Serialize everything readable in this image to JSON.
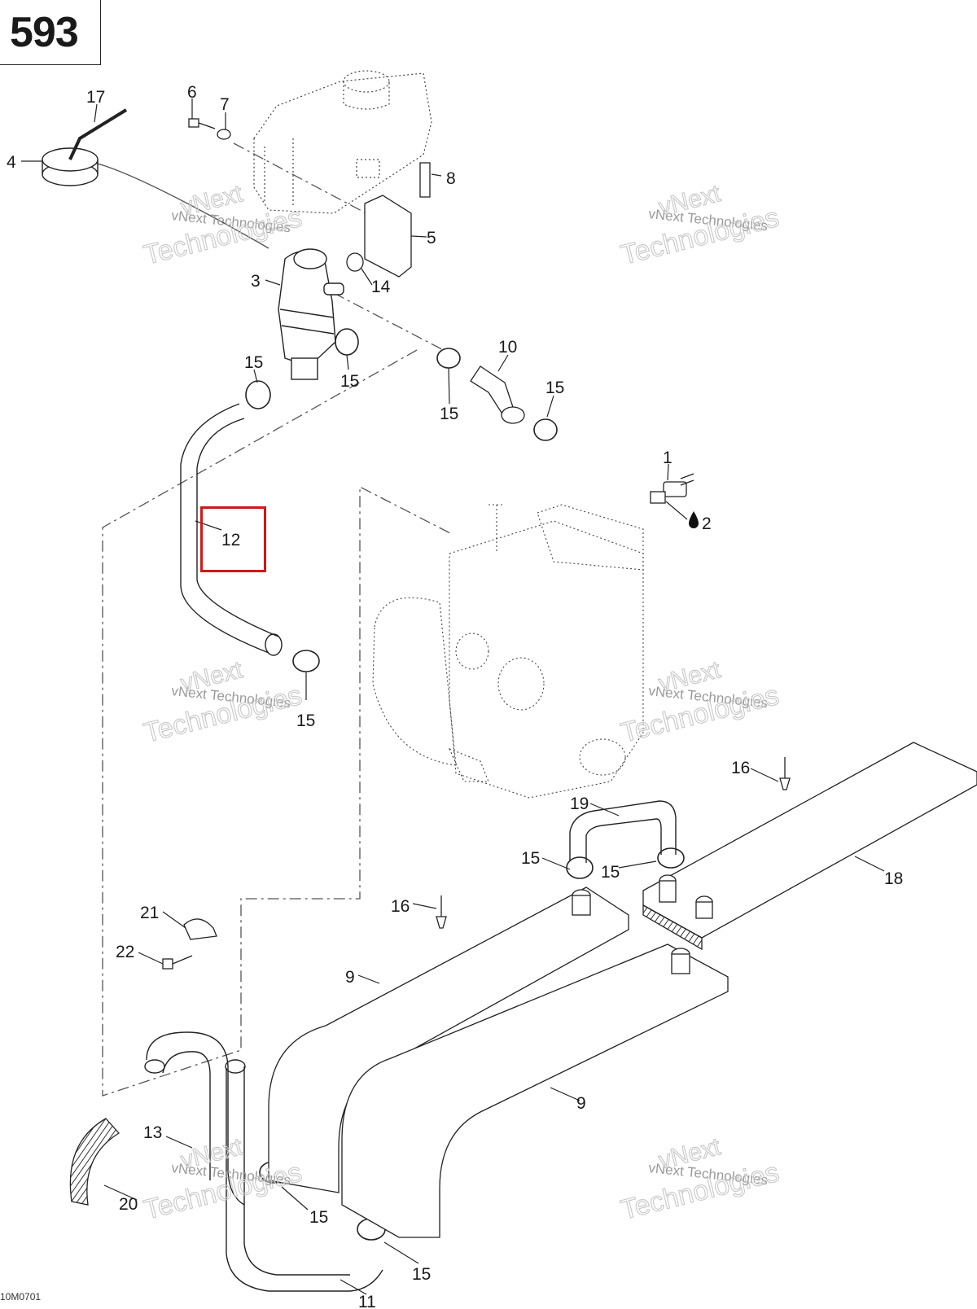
{
  "page_number": "593",
  "reference_code": "10M0701",
  "watermark": {
    "line1": "vNext Technologies",
    "big_a": "vNext",
    "big_b": "Technologies"
  },
  "highlight_color": "#d01818",
  "highlighted_part": "12",
  "callouts": [
    {
      "id": "c1",
      "label": "1"
    },
    {
      "id": "c2",
      "label": "2"
    },
    {
      "id": "c3",
      "label": "3"
    },
    {
      "id": "c4",
      "label": "4"
    },
    {
      "id": "c5",
      "label": "5"
    },
    {
      "id": "c6",
      "label": "6"
    },
    {
      "id": "c7",
      "label": "7"
    },
    {
      "id": "c8",
      "label": "8"
    },
    {
      "id": "c9a",
      "label": "9"
    },
    {
      "id": "c9b",
      "label": "9"
    },
    {
      "id": "c10",
      "label": "10"
    },
    {
      "id": "c11",
      "label": "11"
    },
    {
      "id": "c12",
      "label": "12"
    },
    {
      "id": "c13",
      "label": "13"
    },
    {
      "id": "c14",
      "label": "14"
    },
    {
      "id": "c15a",
      "label": "15"
    },
    {
      "id": "c15b",
      "label": "15"
    },
    {
      "id": "c15c",
      "label": "15"
    },
    {
      "id": "c15d",
      "label": "15"
    },
    {
      "id": "c15e",
      "label": "15"
    },
    {
      "id": "c15f",
      "label": "15"
    },
    {
      "id": "c15g",
      "label": "15"
    },
    {
      "id": "c15h",
      "label": "15"
    },
    {
      "id": "c15i",
      "label": "15"
    },
    {
      "id": "c16a",
      "label": "16"
    },
    {
      "id": "c16b",
      "label": "16"
    },
    {
      "id": "c17",
      "label": "17"
    },
    {
      "id": "c18",
      "label": "18"
    },
    {
      "id": "c19",
      "label": "19"
    },
    {
      "id": "c20",
      "label": "20"
    },
    {
      "id": "c21",
      "label": "21"
    },
    {
      "id": "c22",
      "label": "22"
    }
  ]
}
